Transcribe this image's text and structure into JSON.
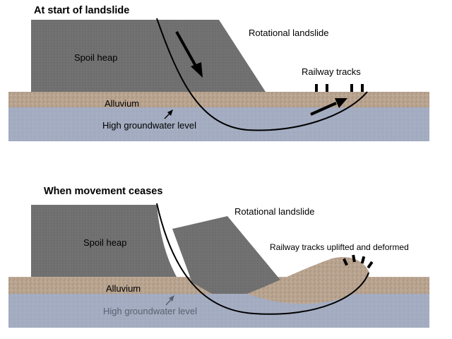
{
  "top_panel": {
    "title": "At start of landslide",
    "labels": {
      "spoil_heap": "Spoil heap",
      "rotational_landslide": "Rotational landslide",
      "railway_tracks": "Railway tracks",
      "alluvium": "Alluvium",
      "groundwater": "High groundwater level"
    }
  },
  "bottom_panel": {
    "title": "When movement ceases",
    "labels": {
      "spoil_heap": "Spoil heap",
      "rotational_landslide": "Rotational landslide",
      "railway_tracks": "Railway tracks uplifted and deformed",
      "alluvium": "Alluvium",
      "groundwater": "High groundwater level"
    }
  },
  "colors": {
    "spoil_heap": "#707070",
    "alluvium": "#b9a490",
    "groundwater": "#a3acc0",
    "line": "#000000"
  }
}
